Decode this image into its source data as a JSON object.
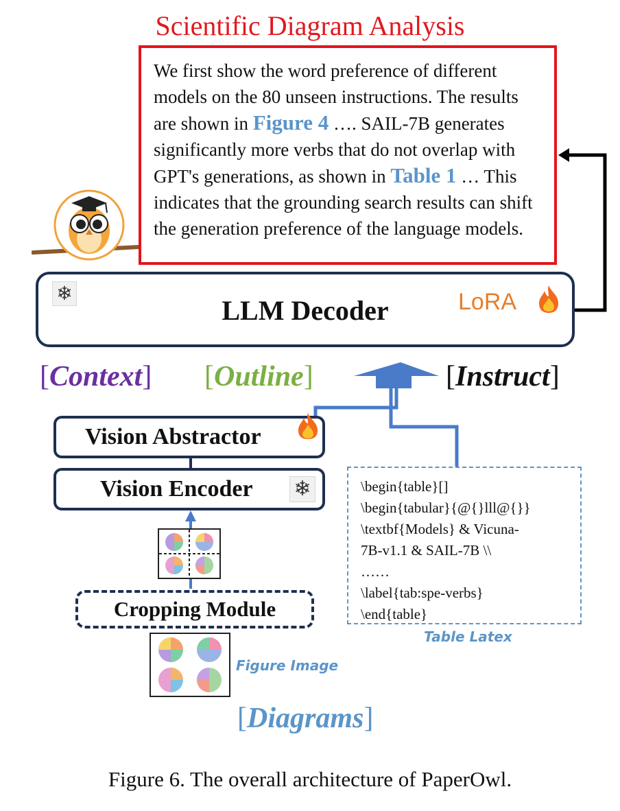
{
  "title": "Scientific Diagram Analysis",
  "output": {
    "segments": [
      {
        "text": "We first show the word preference of different models on the 80 unseen instructions. The results are shown in ",
        "ref": false
      },
      {
        "text": "Figure 4",
        "ref": true
      },
      {
        "text": " …. SAIL-7B generates significantly more verbs that do not overlap with GPT's generations, as shown in ",
        "ref": false
      },
      {
        "text": "Table 1",
        "ref": true
      },
      {
        "text": " … This indicates that the grounding search results can shift the generation preference of the language models.",
        "ref": false
      }
    ]
  },
  "decoder": {
    "label": "LLM Decoder",
    "lora_label": "LoRA",
    "frozen_icon": "snowflake-icon",
    "trainable_icon": "fire-icon"
  },
  "inputs": {
    "context": "Context",
    "outline": "Outline",
    "instruct": "Instruct",
    "diagrams": "Diagrams",
    "left_bracket": "[",
    "right_bracket": "]"
  },
  "vision": {
    "abstractor_label": "Vision Abstractor",
    "encoder_label": "Vision Encoder",
    "cropping_label": "Cropping Module"
  },
  "latex": {
    "lines": [
      "\\begin{table}[]",
      "\\begin{tabular}{@{}lll@{}}",
      "\\textbf{Models} & Vicuna-",
      "7B-v1.1 & SAIL-7B \\\\",
      "……",
      "\\label{tab:spe-verbs}",
      "\\end{table}"
    ],
    "caption": "Table Latex"
  },
  "figure_image_label": "Figure Image",
  "figure_caption": "Figure 6. The overall architecture of PaperOwl.",
  "colors": {
    "title_red": "#e0191f",
    "box_red": "#e3141b",
    "navy": "#1e2f50",
    "blue": "#5b95c9",
    "arrow_blue": "#4a7bc8",
    "context_purple": "#6a2fa0",
    "outline_green": "#7ab042",
    "lora_orange": "#e77e2b"
  }
}
